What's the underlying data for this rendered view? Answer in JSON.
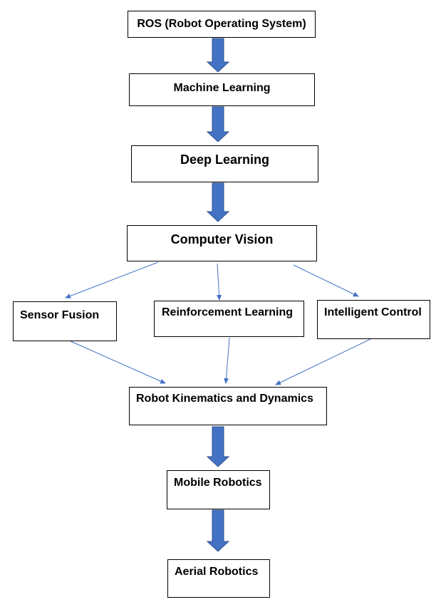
{
  "nodes": {
    "ros": "ROS (Robot Operating System)",
    "ml": "Machine Learning",
    "dl": "Deep Learning",
    "cv": "Computer Vision",
    "sf": "Sensor Fusion",
    "rl": "Reinforcement Learning",
    "ic": "Intelligent Control",
    "rkd": "Robot Kinematics and Dynamics",
    "mr": "Mobile Robotics",
    "ar": "Aerial Robotics"
  },
  "colors": {
    "block_arrow": "#4472c4",
    "block_arrow_edge": "#2f528f",
    "thin_arrow": "#4472c4",
    "box_border": "#000000"
  },
  "edges": [
    {
      "from": "ros",
      "to": "ml",
      "style": "block"
    },
    {
      "from": "ml",
      "to": "dl",
      "style": "block"
    },
    {
      "from": "dl",
      "to": "cv",
      "style": "block"
    },
    {
      "from": "cv",
      "to": "sf",
      "style": "thin"
    },
    {
      "from": "cv",
      "to": "rl",
      "style": "thin"
    },
    {
      "from": "cv",
      "to": "ic",
      "style": "thin"
    },
    {
      "from": "sf",
      "to": "rkd",
      "style": "thin"
    },
    {
      "from": "rl",
      "to": "rkd",
      "style": "thin"
    },
    {
      "from": "ic",
      "to": "rkd",
      "style": "thin"
    },
    {
      "from": "rkd",
      "to": "mr",
      "style": "block"
    },
    {
      "from": "mr",
      "to": "ar",
      "style": "block"
    }
  ]
}
